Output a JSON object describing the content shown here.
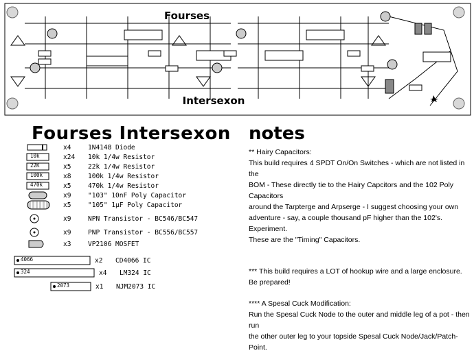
{
  "board": {
    "title_top": "Fourses",
    "title_bottom": "Intersexon"
  },
  "main_title": "Fourses Intersexon",
  "bom": [
    {
      "qty": "x4",
      "desc": "1N4148 Diode",
      "icon": "diode"
    },
    {
      "qty": "x24",
      "desc": "10k 1/4w Resistor",
      "icon": "resistor",
      "label": "10k"
    },
    {
      "qty": "x5",
      "desc": "22k 1/4w Resistor",
      "icon": "resistor",
      "label": "22K"
    },
    {
      "qty": "x8",
      "desc": "100k 1/4w Resistor",
      "icon": "resistor",
      "label": "100k"
    },
    {
      "qty": "x5",
      "desc": "470k 1/4w Resistor",
      "icon": "resistor",
      "label": "470k"
    },
    {
      "qty": "x9",
      "desc": "\"103\" 10nF Poly Capacitor",
      "icon": "cap-small"
    },
    {
      "qty": "x5",
      "desc": "\"105\" 1µF Poly Capacitor",
      "icon": "cap-large"
    },
    {
      "qty": "x9",
      "desc": "NPN Transistor - BC546/BC547",
      "icon": "transistor"
    },
    {
      "qty": "x9",
      "desc": "PNP Transistor - BC556/BC557",
      "icon": "transistor"
    },
    {
      "qty": "x3",
      "desc": "VP2106 MOSFET",
      "icon": "mosfet"
    },
    {
      "qty": "x2",
      "desc": "CD4066 IC",
      "icon": "ic",
      "label": "4066"
    },
    {
      "qty": "x4",
      "desc": "LM324 IC",
      "icon": "ic",
      "label": "324"
    },
    {
      "qty": "x1",
      "desc": "NJM2073 IC",
      "icon": "ic",
      "label": "2073"
    }
  ],
  "notes_title": "notes",
  "notes": {
    "p1_head": "** Hairy Capacitors:",
    "p1_lines": [
      "This build requires 4 SPDT On/On Switches - which are not listed in the",
      "BOM - These directly tie to the Hairy Capcitors and the 102 Poly Capacitors",
      "around the Tarpterge and Arpserge - I suggest choosing your own",
      "adventure - say, a couple thousand pF higher than the 102's.",
      "Experiment.",
      "These are the \"Timing\" Capacitors."
    ],
    "p2_lines": [
      "*** This build requires a LOT of hookup wire and a large enclosure.",
      "Be prepared!"
    ],
    "p3_head": "**** A Spesal Cuck Modification:",
    "p3_lines": [
      "Run the Spesal Cuck Node to the outer and middle leg of a pot - then run",
      "the other outer leg to your topside Spesal Cuck Node/Jack/Patch-Point."
    ]
  }
}
